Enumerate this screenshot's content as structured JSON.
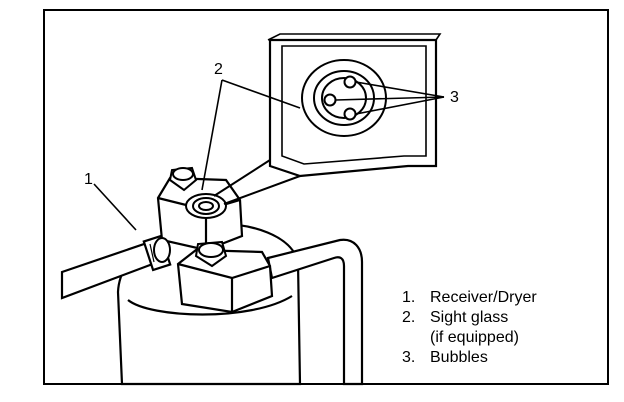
{
  "callouts": {
    "receiver_dryer": "1",
    "sight_glass": "2",
    "bubbles": "3"
  },
  "legend": {
    "item1": {
      "number": "1.",
      "text": "Receiver/Dryer"
    },
    "item2": {
      "number": "2.",
      "text": "Sight glass",
      "subtext": "(if equipped)"
    },
    "item3": {
      "number": "3.",
      "text": "Bubbles"
    }
  }
}
